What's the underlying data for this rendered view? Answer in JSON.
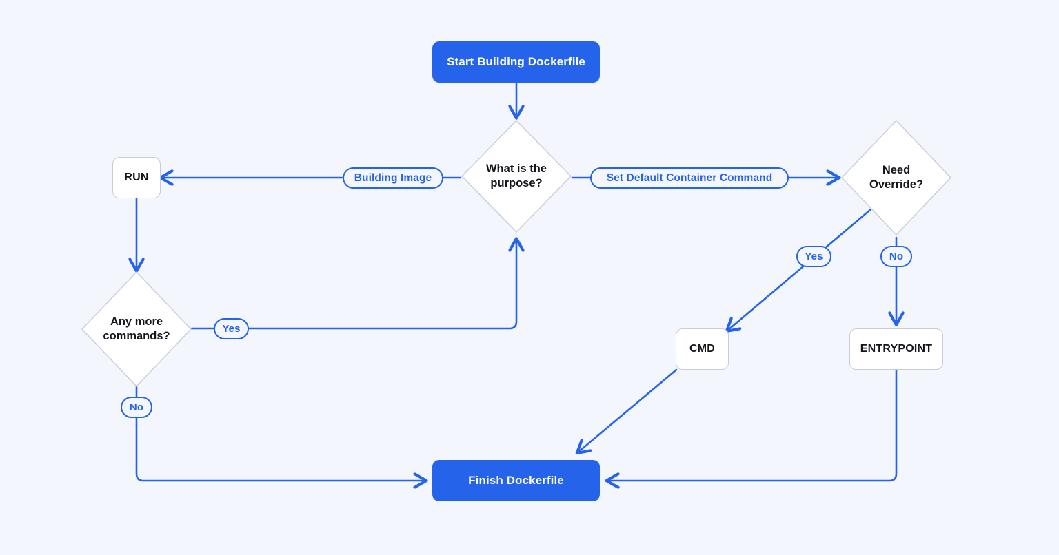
{
  "diagram": {
    "title": "Dockerfile RUN vs CMD vs ENTRYPOINT flowchart",
    "type": "flowchart",
    "background_color": "#f3f6fd",
    "accent_color": "#2563eb",
    "node_fill": "#ffffff",
    "node_border": "#c7ccd6",
    "text_color": "#14161c"
  },
  "nodes": {
    "start": {
      "label": "Start Building Dockerfile",
      "shape": "terminal"
    },
    "purpose": {
      "label": "What is the\npurpose?",
      "shape": "diamond"
    },
    "run": {
      "label": "RUN",
      "shape": "rect"
    },
    "any_more": {
      "label": "Any more\ncommands?",
      "shape": "diamond"
    },
    "need_override": {
      "label": "Need\nOverride?",
      "shape": "diamond"
    },
    "cmd": {
      "label": "CMD",
      "shape": "rect"
    },
    "entrypoint": {
      "label": "ENTRYPOINT",
      "shape": "rect"
    },
    "finish": {
      "label": "Finish Dockerfile",
      "shape": "terminal"
    }
  },
  "edge_labels": {
    "building_image": "Building Image",
    "set_default_container_command": "Set Default Container Command",
    "any_more_yes": "Yes",
    "any_more_no": "No",
    "override_yes": "Yes",
    "override_no": "No"
  },
  "edges": [
    {
      "from": "start",
      "to": "purpose",
      "label": ""
    },
    {
      "from": "purpose",
      "to": "run",
      "label": "Building Image"
    },
    {
      "from": "purpose",
      "to": "need_override",
      "label": "Set Default Container Command"
    },
    {
      "from": "run",
      "to": "any_more",
      "label": ""
    },
    {
      "from": "any_more",
      "to": "purpose",
      "label": "Yes"
    },
    {
      "from": "any_more",
      "to": "finish",
      "label": "No"
    },
    {
      "from": "need_override",
      "to": "cmd",
      "label": "Yes"
    },
    {
      "from": "need_override",
      "to": "entrypoint",
      "label": "No"
    },
    {
      "from": "cmd",
      "to": "finish",
      "label": ""
    },
    {
      "from": "entrypoint",
      "to": "finish",
      "label": ""
    }
  ]
}
